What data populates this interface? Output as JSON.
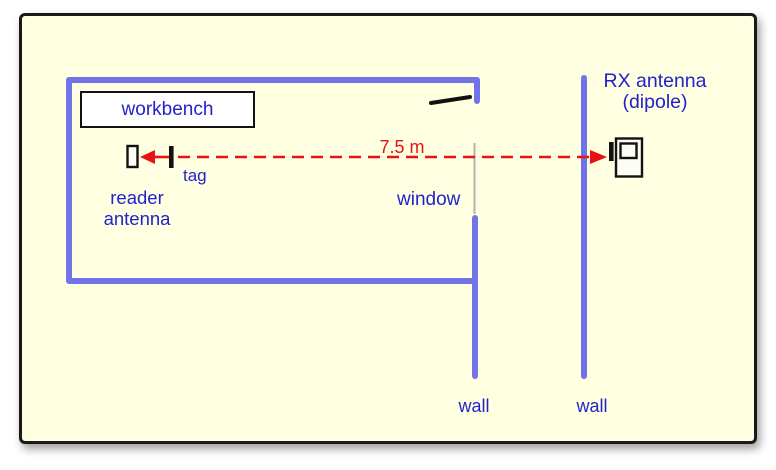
{
  "figure": {
    "type": "rfid-measurement-setup-diagram",
    "labels": {
      "workbench": "workbench",
      "tag": "tag",
      "reader_antenna": "reader antenna",
      "window": "window",
      "distance": "7.5 m",
      "rx_line1": "RX antenna",
      "rx_line2": "(dipole)",
      "wall_left": "wall",
      "wall_right": "wall"
    }
  },
  "colors": {
    "page": "#ffffff",
    "background": "#ffffe2",
    "wall": "#7272e9",
    "label": "#2222cc",
    "arrow": "#e91111",
    "window": "#b3b3b3",
    "ink": "#121212"
  }
}
